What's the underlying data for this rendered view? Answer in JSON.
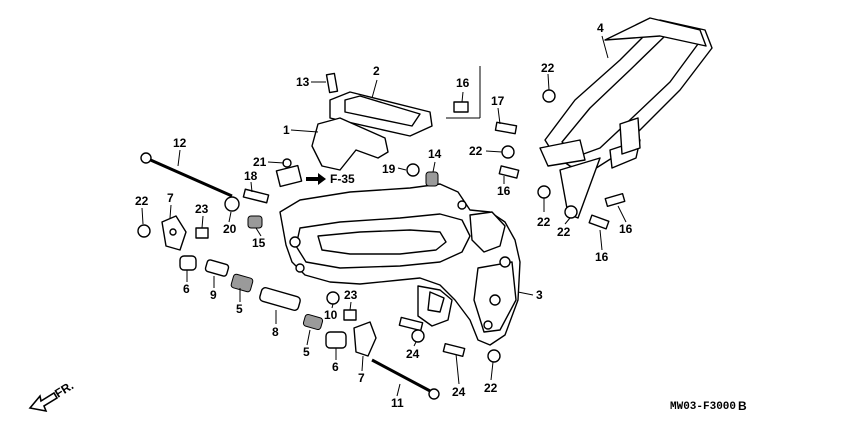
{
  "diagram": {
    "labels": [
      {
        "text": "1"
      },
      {
        "text": "2"
      },
      {
        "text": "3"
      },
      {
        "text": "4"
      },
      {
        "text": "5"
      },
      {
        "text": "5"
      },
      {
        "text": "6"
      },
      {
        "text": "6"
      },
      {
        "text": "7"
      },
      {
        "text": "7"
      },
      {
        "text": "8"
      },
      {
        "text": "9"
      },
      {
        "text": "10"
      },
      {
        "text": "11"
      },
      {
        "text": "12"
      },
      {
        "text": "13"
      },
      {
        "text": "14"
      },
      {
        "text": "15"
      },
      {
        "text": "16"
      },
      {
        "text": "16"
      },
      {
        "text": "16"
      },
      {
        "text": "16"
      },
      {
        "text": "17"
      },
      {
        "text": "18"
      },
      {
        "text": "19"
      },
      {
        "text": "20"
      },
      {
        "text": "21"
      },
      {
        "text": "22"
      },
      {
        "text": "22"
      },
      {
        "text": "22"
      },
      {
        "text": "22"
      },
      {
        "text": "22"
      },
      {
        "text": "22"
      },
      {
        "text": "23"
      },
      {
        "text": "23"
      },
      {
        "text": "24"
      },
      {
        "text": "24"
      }
    ],
    "ref_label": "F-35",
    "direction_label": "FR.",
    "part_code": "MW03-F3000",
    "part_code_suffix": "B"
  }
}
